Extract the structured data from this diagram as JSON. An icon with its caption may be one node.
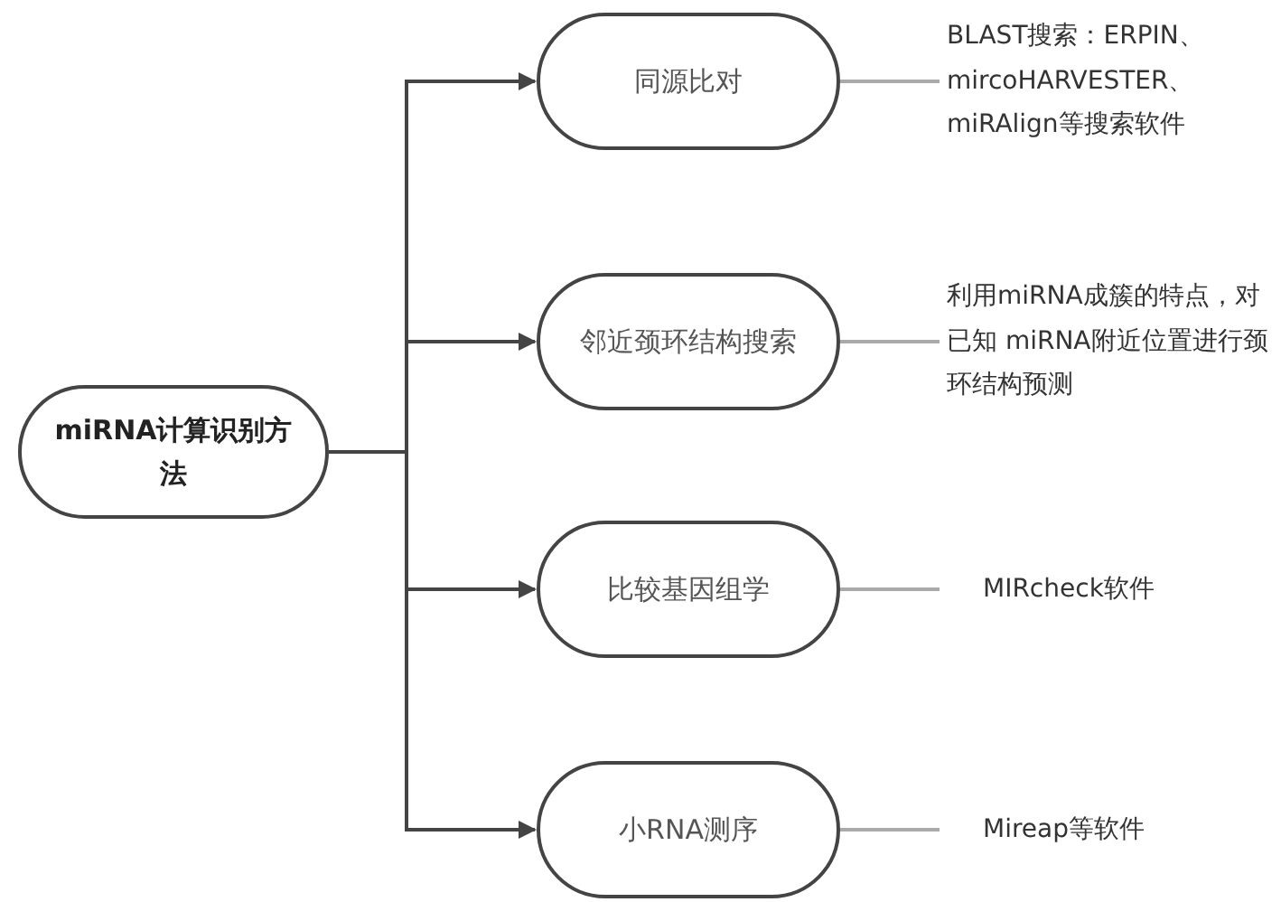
{
  "diagram": {
    "nodes": [
      {
        "text": [
          "miRNA计算识别方法"
        ]
      },
      {
        "text": [
          "同源比对"
        ]
      },
      {
        "text": [
          "BLAST搜索：ERPIN、mircoHARVESTER、miRAlign等搜索软件"
        ]
      },
      {
        "text": [
          "邻近颈环结构搜索"
        ]
      },
      {
        "text": [
          "利用miRNA成簇的特点，对已知 miRNA附近位置进行颈环结构预测"
        ]
      },
      {
        "text": [
          "比较基因组学"
        ]
      },
      {
        "text": [
          "MIRcheck软件"
        ]
      },
      {
        "text": [
          "小RNA测序"
        ]
      },
      {
        "text": [
          "Mireap等软件"
        ]
      }
    ],
    "edges": [
      {
        "from": 0,
        "to": 1,
        "arrow": "to"
      },
      {
        "from": 1,
        "to": 2,
        "arrow": "none",
        "color": "#aaaaaa"
      },
      {
        "from": 0,
        "to": 3,
        "arrow": "to"
      },
      {
        "from": 3,
        "to": 4,
        "arrow": "none",
        "color": "#aaaaaa"
      },
      {
        "from": 0,
        "to": 5,
        "arrow": "to"
      },
      {
        "from": 5,
        "to": 6,
        "arrow": "none",
        "color": "#aaaaaa"
      },
      {
        "from": 0,
        "to": 7,
        "arrow": "to"
      },
      {
        "from": 7,
        "to": 8,
        "arrow": "none",
        "color": "#aaaaaa"
      }
    ]
  }
}
